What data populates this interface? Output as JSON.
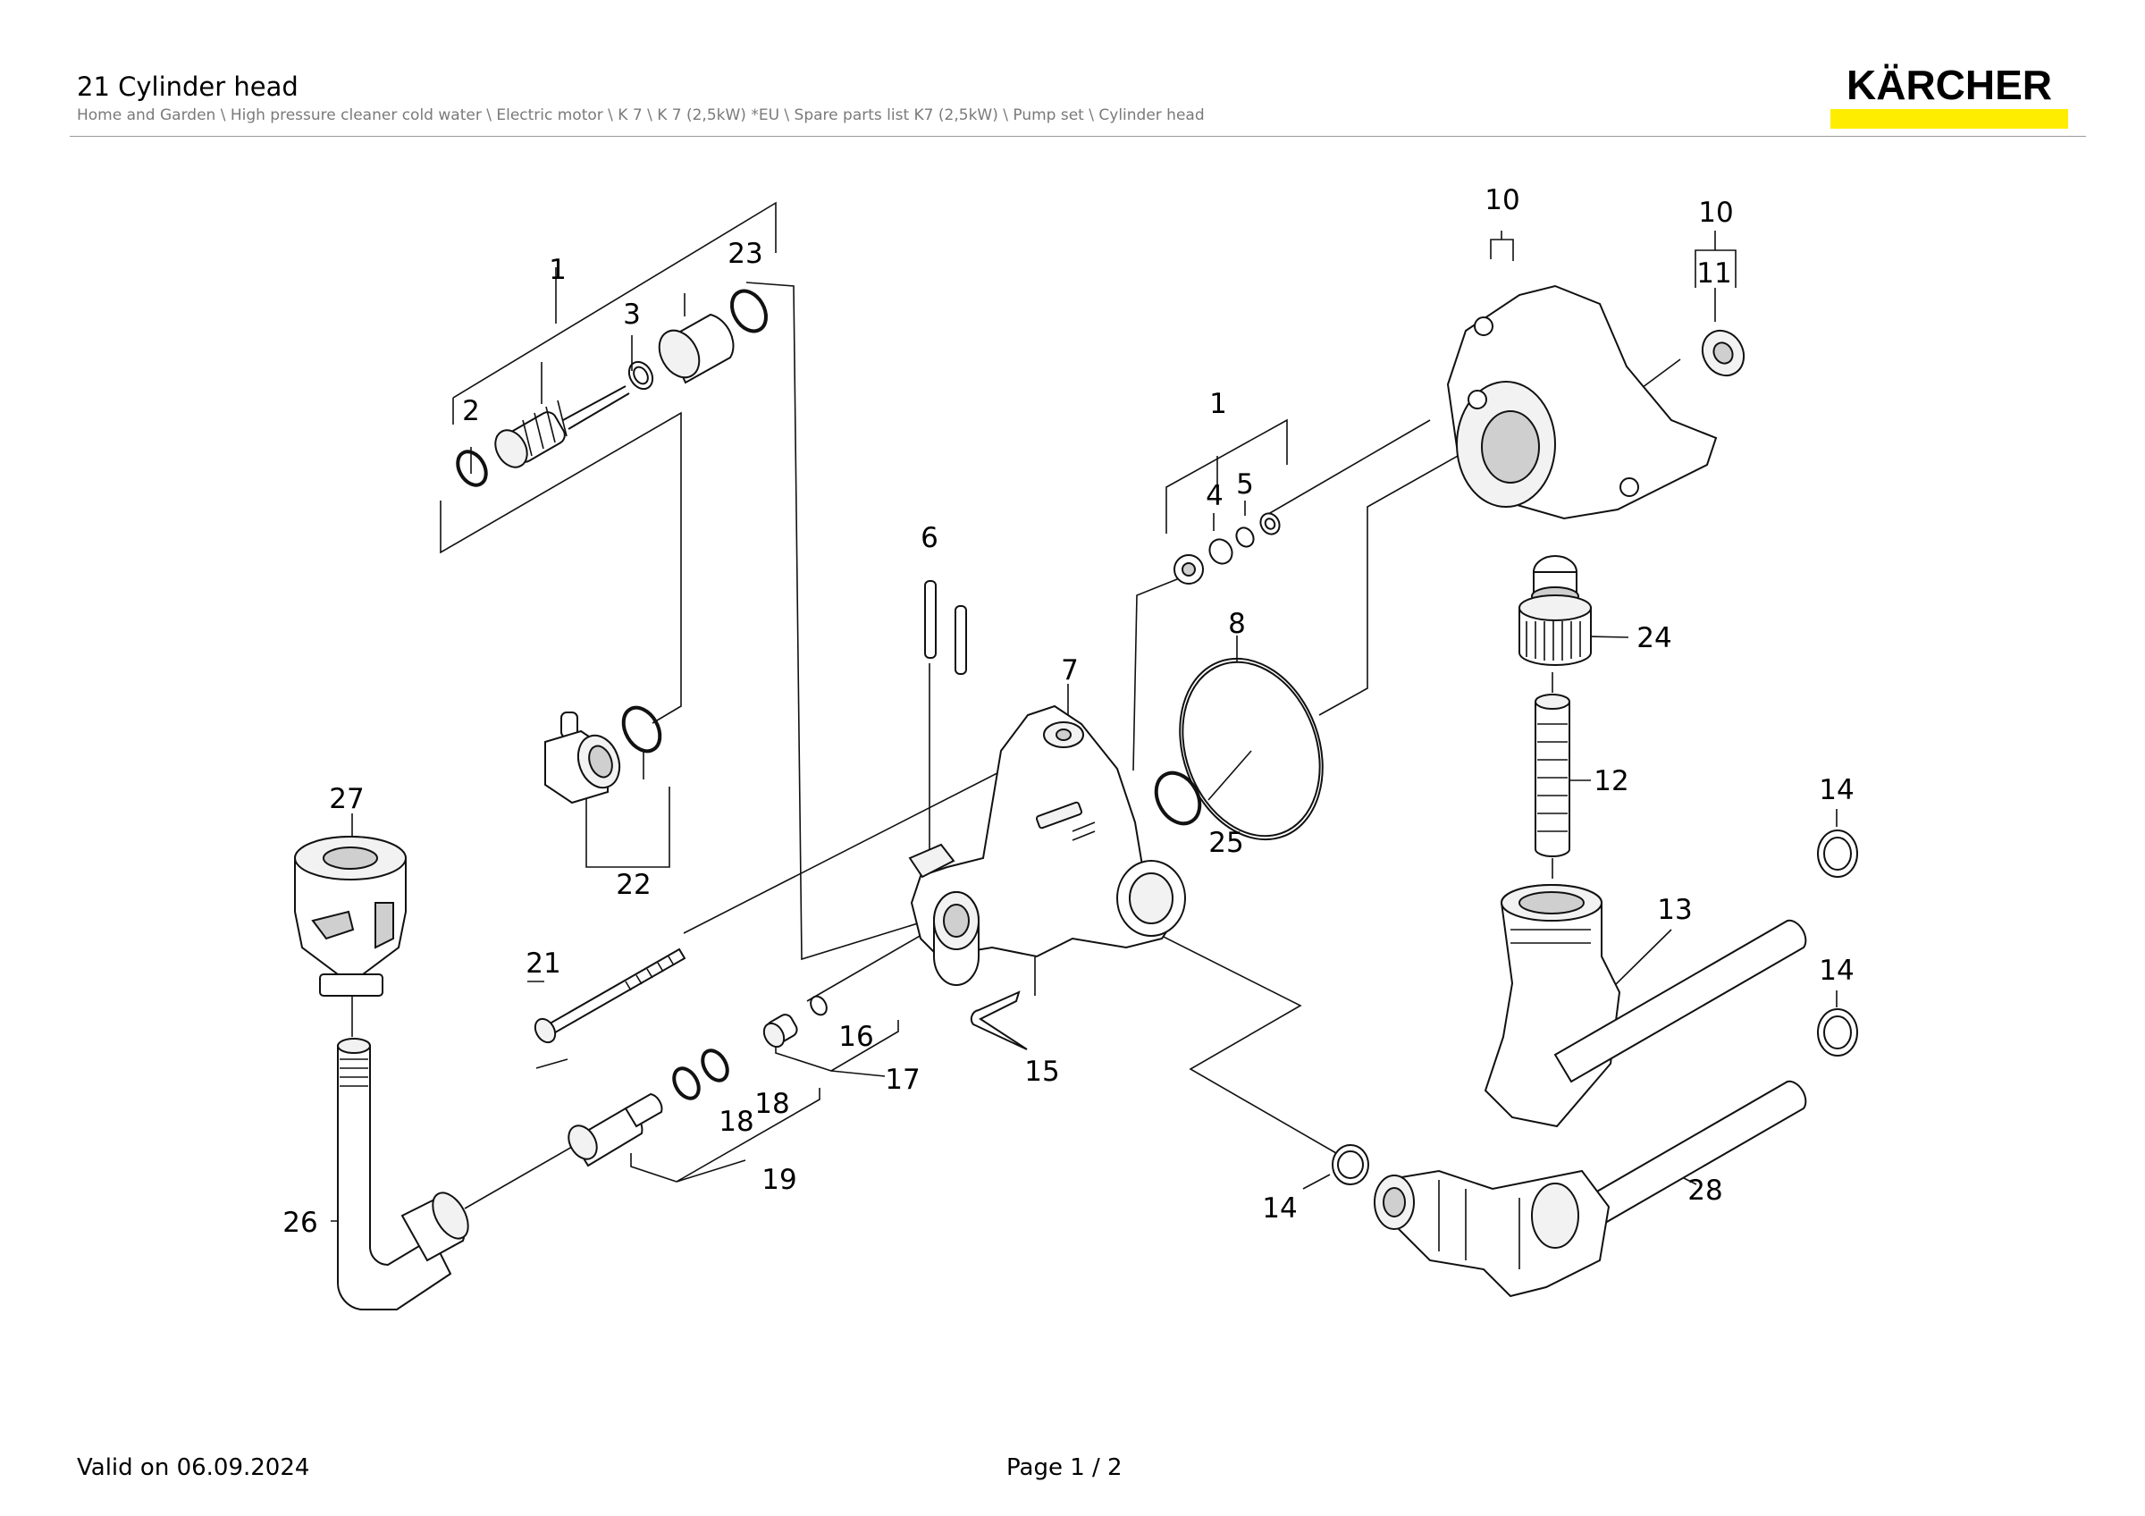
{
  "header": {
    "title": "21 Cylinder head",
    "breadcrumb": "Home and Garden \\ High pressure cleaner cold water \\ Electric motor \\ K 7 \\ K 7 (2,5kW) *EU \\ Spare parts list K7 (2,5kW) \\ Pump set \\ Cylinder head",
    "brand": "KÄRCHER",
    "brand_accent_color": "#FFED00"
  },
  "diagram": {
    "part_labels": [
      {
        "id": "1a",
        "number": "1"
      },
      {
        "id": "2",
        "number": "2"
      },
      {
        "id": "3",
        "number": "3"
      },
      {
        "id": "23",
        "number": "23"
      },
      {
        "id": "22",
        "number": "22"
      },
      {
        "id": "27",
        "number": "27"
      },
      {
        "id": "26",
        "number": "26"
      },
      {
        "id": "21",
        "number": "21"
      },
      {
        "id": "19",
        "number": "19"
      },
      {
        "id": "18a",
        "number": "18"
      },
      {
        "id": "18b",
        "number": "18"
      },
      {
        "id": "16",
        "number": "16"
      },
      {
        "id": "17",
        "number": "17"
      },
      {
        "id": "15",
        "number": "15"
      },
      {
        "id": "6",
        "number": "6"
      },
      {
        "id": "7",
        "number": "7"
      },
      {
        "id": "1b",
        "number": "1"
      },
      {
        "id": "4",
        "number": "4"
      },
      {
        "id": "5",
        "number": "5"
      },
      {
        "id": "8",
        "number": "8"
      },
      {
        "id": "25",
        "number": "25"
      },
      {
        "id": "10a",
        "number": "10"
      },
      {
        "id": "10b",
        "number": "10"
      },
      {
        "id": "11",
        "number": "11"
      },
      {
        "id": "24",
        "number": "24"
      },
      {
        "id": "12",
        "number": "12"
      },
      {
        "id": "13",
        "number": "13"
      },
      {
        "id": "14a",
        "number": "14"
      },
      {
        "id": "14b",
        "number": "14"
      },
      {
        "id": "14c",
        "number": "14"
      },
      {
        "id": "28",
        "number": "28"
      }
    ]
  },
  "footer": {
    "valid_on": "Valid on 06.09.2024",
    "page": "Page 1 / 2"
  }
}
